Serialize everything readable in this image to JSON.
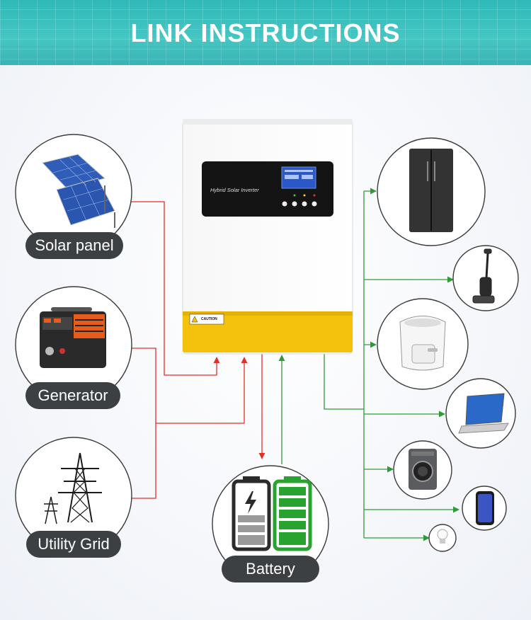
{
  "header": {
    "title": "LINK INSTRUCTIONS"
  },
  "inverter": {
    "panel_text": "Hybrid Solar Inverter",
    "warning_text": "CAUTION"
  },
  "sources": [
    {
      "label": "Solar panel"
    },
    {
      "label": "Generator"
    },
    {
      "label": "Utility Grid"
    }
  ],
  "battery": {
    "label": "Battery"
  },
  "loads": [
    "refrigerator",
    "floor-washer",
    "air-fryer",
    "laptop",
    "washing-machine",
    "smartphone",
    "light-bulb"
  ],
  "colors": {
    "banner": "#2fb9b8",
    "input_line": "#e0302a",
    "output_line": "#2f9a3a",
    "accent": "#f4c20d",
    "pill": "#3d4042"
  }
}
